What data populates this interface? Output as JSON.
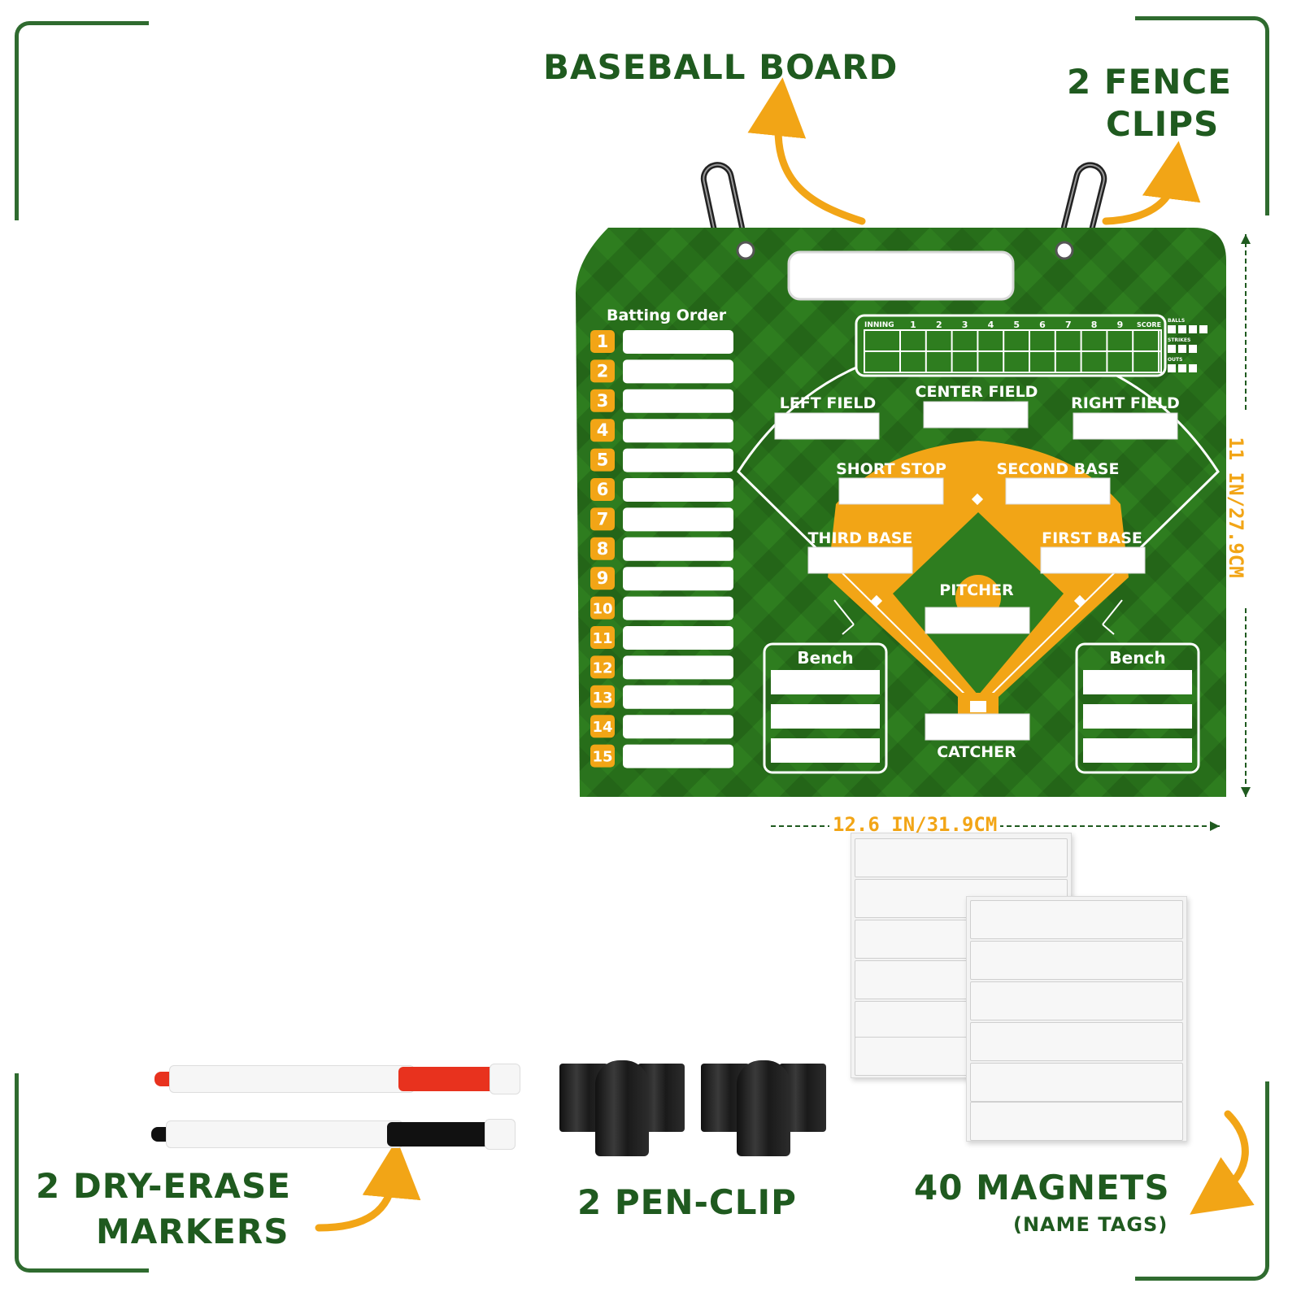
{
  "labels": {
    "baseball_board": "BASEBALL BOARD",
    "fence_clips_line1": "2 FENCE",
    "fence_clips_line2": "CLIPS",
    "markers_line1": "2 DRY-ERASE",
    "markers_line2": "MARKERS",
    "pen_clip": "2 PEN-CLIP",
    "magnets": "40 MAGNETS",
    "magnets_sub": "(NAME TAGS)"
  },
  "dimensions": {
    "width": "12.6 IN/31.9CM",
    "height": "11 IN/27.9CM"
  },
  "board": {
    "batting_order_title": "Batting Order",
    "batting_numbers": [
      "1",
      "2",
      "3",
      "4",
      "5",
      "6",
      "7",
      "8",
      "9",
      "10",
      "11",
      "12",
      "13",
      "14",
      "15"
    ],
    "scoreboard": {
      "inning_label": "INNING",
      "innings": [
        "1",
        "2",
        "3",
        "4",
        "5",
        "6",
        "7",
        "8",
        "9"
      ],
      "score_label": "SCORE",
      "balls_label": "BALLS",
      "strikes_label": "STRIKES",
      "outs_label": "OUTS"
    },
    "positions": {
      "left_field": "LEFT FIELD",
      "center_field": "CENTER FIELD",
      "right_field": "RIGHT FIELD",
      "short_stop": "SHORT STOP",
      "second_base": "SECOND BASE",
      "third_base": "THIRD BASE",
      "first_base": "FIRST BASE",
      "pitcher": "PITCHER",
      "catcher": "CATCHER",
      "bench_left": "Bench",
      "bench_right": "Bench"
    }
  },
  "colors": {
    "brand_green": "#1f5a1f",
    "board_green": "#2e7d1f",
    "accent_orange": "#f2a516",
    "marker_red": "#e8321e",
    "marker_black": "#111111"
  },
  "icons": {
    "arrows": "curved-arrow-icon",
    "clips": "carabiner-icon"
  }
}
